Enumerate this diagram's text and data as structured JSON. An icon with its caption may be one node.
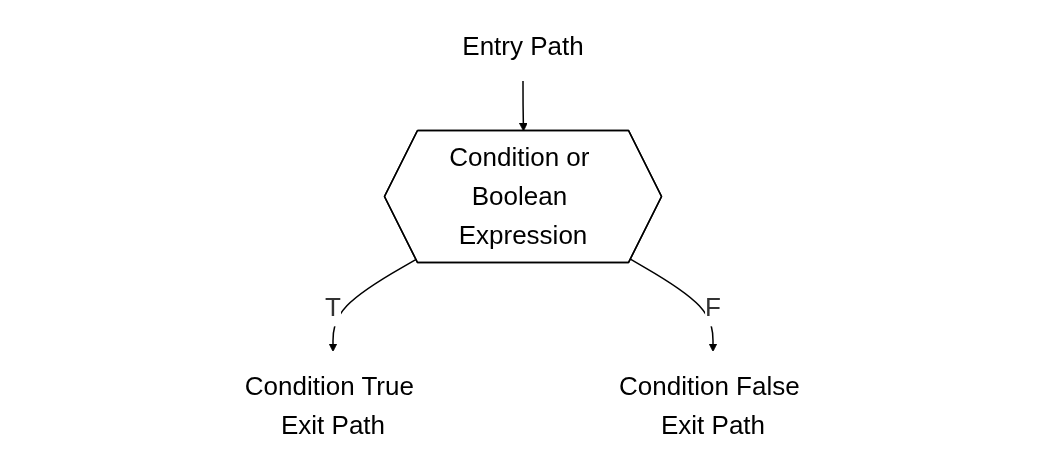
{
  "diagram": {
    "nodes": [
      {
        "text": [
          "Entry Path"
        ]
      },
      {
        "text": [
          "Condition or Boolean Expression"
        ]
      },
      {
        "text": [
          "Condition True Exit Path"
        ]
      },
      {
        "text": [
          "Condition False Exit Path"
        ]
      }
    ],
    "edges": [
      {
        "from": 0,
        "to": 1,
        "arrow": "to"
      },
      {
        "from": 1,
        "to": 2,
        "arrow": "to",
        "label": "T"
      },
      {
        "from": 1,
        "to": 3,
        "arrow": "to",
        "label": "F"
      }
    ]
  }
}
